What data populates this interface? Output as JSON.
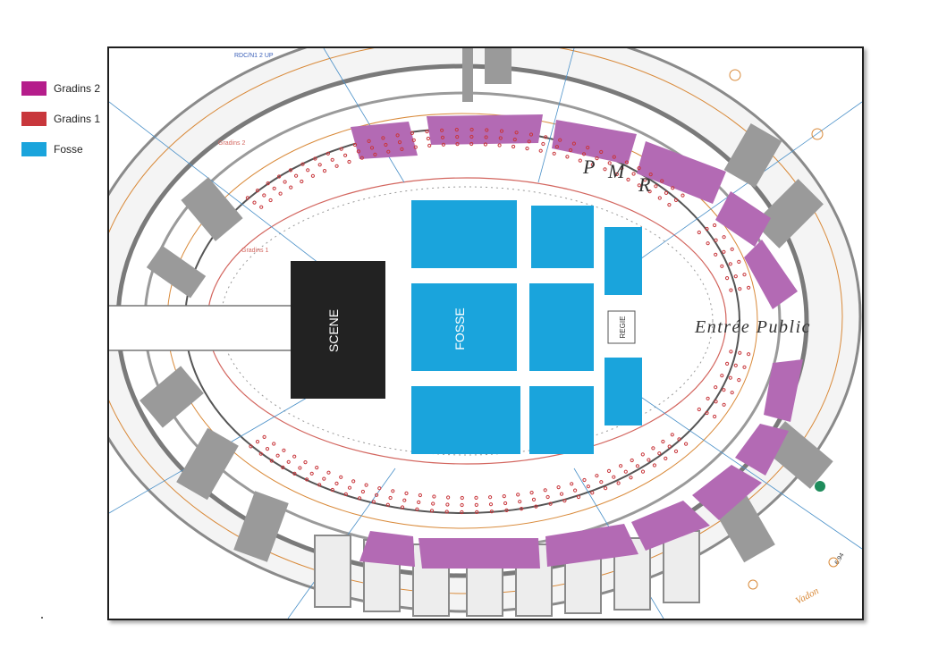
{
  "legend": {
    "items": [
      {
        "label": "Gradins 2",
        "color": "#b51d8b"
      },
      {
        "label": "Gradins 1",
        "color": "#c8373c"
      },
      {
        "label": "Fosse",
        "color": "#1aa4dc"
      }
    ]
  },
  "plan": {
    "scene_label": "SCENE",
    "fosse_label": "FOSSE",
    "regie_label": "REGIE",
    "entree_label": "Entrée Public",
    "pmr_letters": [
      "P",
      "M",
      "R"
    ],
    "header_note": "RDC/N1 2 UP",
    "street_label": "Vadon",
    "street_number": "6.94",
    "gradins2_note": "Gradins 2",
    "gradins1_note": "Gradins 1",
    "colors": {
      "gradins2": "#b36ab4",
      "gradins1_seats": "#c8373c",
      "fosse": "#1aa4dc",
      "scene": "#222222",
      "building": "#9a9a9a",
      "ring": "#d98a3a"
    }
  }
}
